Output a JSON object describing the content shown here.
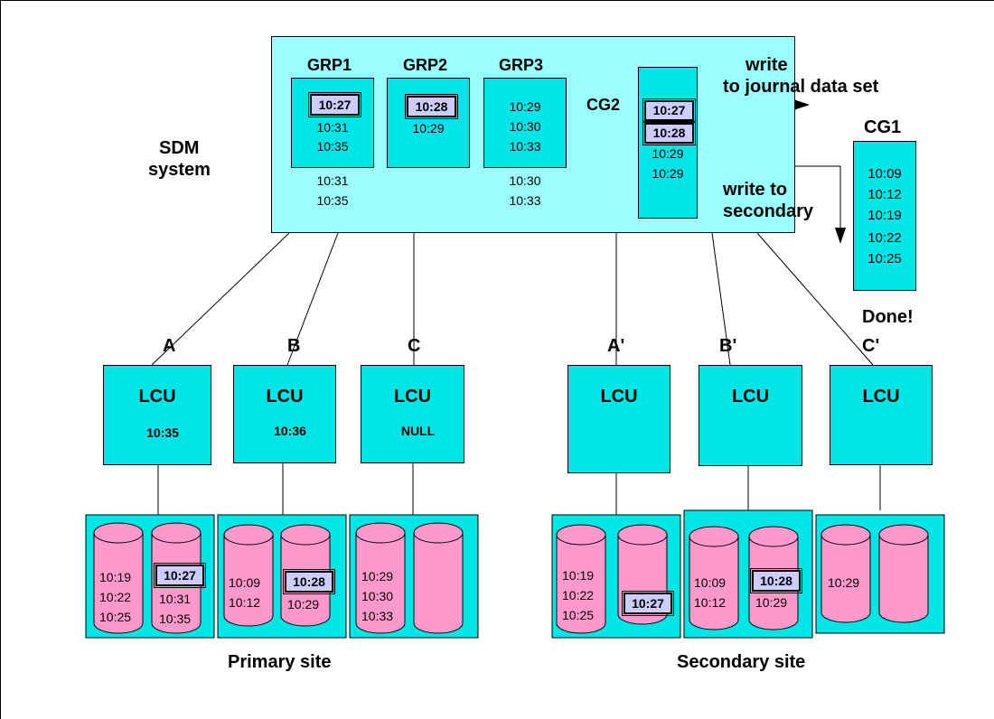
{
  "sdm": {
    "label_line1": "SDM",
    "label_line2": "system",
    "groups": [
      {
        "name": "GRP1",
        "highlight": "10:27",
        "times": [
          "10:31",
          "10:35"
        ],
        "below": [
          "10:31",
          "10:35"
        ]
      },
      {
        "name": "GRP2",
        "highlight": "10:28",
        "times": [
          "10:29"
        ],
        "below": []
      },
      {
        "name": "GRP3",
        "highlight": "",
        "times": [
          "10:29",
          "10:30",
          "10:33"
        ],
        "below": [
          "10:30",
          "10:33"
        ]
      }
    ],
    "cg2": {
      "name": "CG2",
      "highlights": [
        "10:27",
        "10:28"
      ],
      "times": [
        "10:29",
        "10:29"
      ]
    },
    "write_journal_line1": "write",
    "write_journal_line2": "to journal data set",
    "write_secondary_line1": "write to",
    "write_secondary_line2": "secondary"
  },
  "cg1": {
    "name": "CG1",
    "times": [
      "10:09",
      "10:12",
      "10:19",
      "10:22",
      "10:25"
    ],
    "done": "Done!"
  },
  "lcus": [
    {
      "letter": "A",
      "title": "LCU",
      "time": "10:35"
    },
    {
      "letter": "B",
      "title": "LCU",
      "time": "10:36"
    },
    {
      "letter": "C",
      "title": "LCU",
      "time": "NULL"
    },
    {
      "letter": "A'",
      "title": "LCU",
      "time": ""
    },
    {
      "letter": "B'",
      "title": "LCU",
      "time": ""
    },
    {
      "letter": "C'",
      "title": "LCU",
      "time": ""
    }
  ],
  "volumes": [
    {
      "left": [
        "10:19",
        "10:22",
        "10:25"
      ],
      "right_highlight": "10:27",
      "right": [
        "10:31",
        "10:35"
      ]
    },
    {
      "left": [
        "10:09",
        "10:12"
      ],
      "right_highlight": "10:28",
      "right": [
        "10:29"
      ]
    },
    {
      "left": [
        "10:29",
        "10:30",
        "10:33"
      ],
      "right_highlight": "",
      "right": []
    },
    {
      "left": [
        "10:19",
        "10:22",
        "10:25"
      ],
      "right_highlight": "10:27",
      "right": []
    },
    {
      "left": [
        "10:09",
        "10:12"
      ],
      "right_highlight": "10:28",
      "right": [
        "10:29"
      ]
    },
    {
      "left": [
        "10:29"
      ],
      "right_highlight": "",
      "right": []
    }
  ],
  "sites": {
    "primary": "Primary site",
    "secondary": "Secondary site"
  },
  "colors": {
    "sdm_fill": "#99ffff",
    "box_fill": "#00e5e5",
    "disk_fill": "#ff99cc",
    "highlight_fill": "#ccccff"
  }
}
